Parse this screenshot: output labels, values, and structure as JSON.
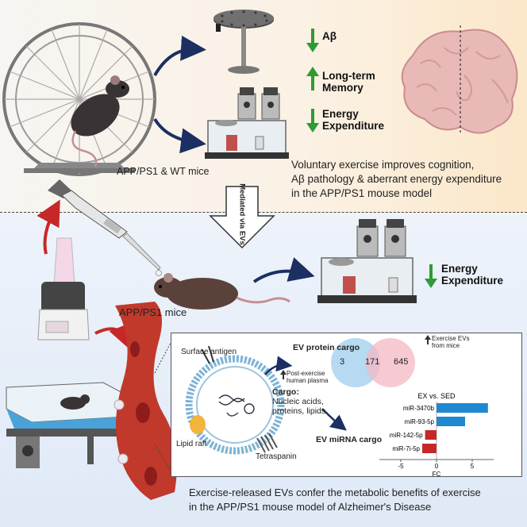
{
  "top": {
    "mice_label": "APP/PS1 & WT mice",
    "indicators": [
      {
        "label": "Aβ",
        "direction": "down"
      },
      {
        "label": "Long-term Memory",
        "line1": "Long-term",
        "line2": "Memory",
        "direction": "up"
      },
      {
        "label": "Energy Expenditure",
        "line1": "Energy",
        "line2": "Expenditure",
        "direction": "down"
      }
    ],
    "summary_line1": "Voluntary exercise improves cognition,",
    "summary_line2": "Aβ pathology & aberrant energy expenditure",
    "summary_line3": "in the APP/PS1 mouse model"
  },
  "middle": {
    "arrow_label": "Mediated via EVs",
    "mouse_label": "APP/PS1 mice",
    "indicator": {
      "line1": "Energy",
      "line2": "Expenditure",
      "direction": "down"
    }
  },
  "cargo": {
    "surface_antigen": "Surface antigen",
    "lipid_raft": "Lipid raft",
    "tetraspanin": "Tetraspanin",
    "cargo_title": "Cargo:",
    "cargo_line1": "Nucleic acids,",
    "cargo_line2": "proteins, lipids",
    "protein_title": "EV protein cargo",
    "mirna_title": "EV miRNA cargo",
    "venn": {
      "left_count": "3",
      "overlap_count": "171",
      "right_count": "645",
      "left_label_line1": "Post-exercise",
      "left_label_line2": "human plasma",
      "right_label_line1": "Exercise EVs",
      "right_label_line2": "from mice"
    }
  },
  "bottom_summary_line1": "Exercise-released EVs confer the metabolic benefits of exercise",
  "bottom_summary_line2": "in the APP/PS1 mouse model of Alzheimer's Disease",
  "colors": {
    "green_arrow": "#2f9a36",
    "navy_arrow": "#1b2f63",
    "red_arrow": "#c62828",
    "bar_up": "#1e88d0",
    "bar_down": "#c62828"
  },
  "chart_data": {
    "type": "bar",
    "orientation": "horizontal",
    "title": "EX vs. SED",
    "xlabel": "FC",
    "categories": [
      "miR-3470b",
      "miR-93-5p",
      "miR-142-5p",
      "miR-7i-5p"
    ],
    "values": [
      7.2,
      4.0,
      -1.6,
      -2.0
    ],
    "xlim": [
      -8,
      8
    ],
    "xticks": [
      "-5",
      "0",
      "5"
    ]
  }
}
